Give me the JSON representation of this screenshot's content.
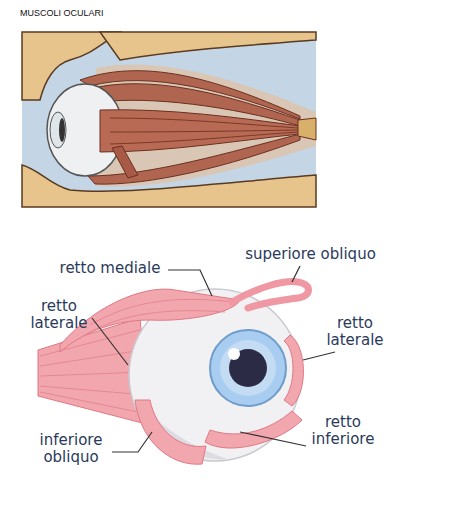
{
  "diagram": {
    "title": "MUSCOLI OCULARI",
    "labels": [
      "retto mediale",
      "superiore obliquo",
      "retto laterale",
      "retto laterale",
      "inferiore obliquo",
      "retto inferiore"
    ]
  }
}
